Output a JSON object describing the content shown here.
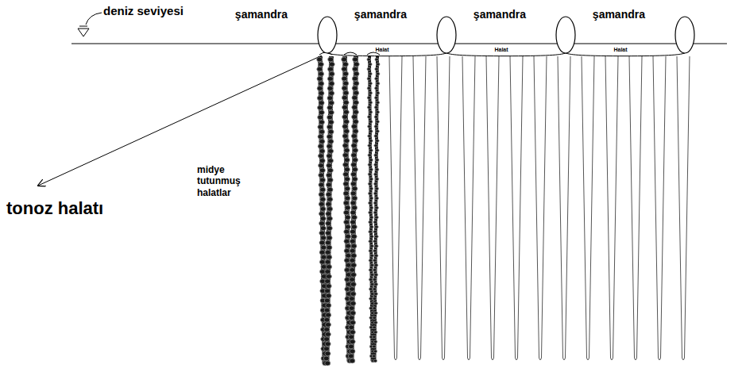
{
  "diagram": {
    "nodes": [
      {
        "text": [
          "şamandra"
        ]
      },
      {
        "text": [
          "şamandra"
        ]
      },
      {
        "text": [
          "şamandra"
        ]
      },
      {
        "text": [
          "şamandra"
        ]
      }
    ],
    "edges": [
      {
        "from": 0,
        "to": 1,
        "label": "Halat",
        "arrow": "none"
      },
      {
        "from": 1,
        "to": 2,
        "label": "Halat",
        "arrow": "none"
      },
      {
        "from": 2,
        "to": 3,
        "label": "Halat",
        "arrow": "none"
      }
    ],
    "labels": [
      "deniz seviyesi",
      "midye tutunmuş halatlar",
      "tonoz halatı"
    ]
  }
}
